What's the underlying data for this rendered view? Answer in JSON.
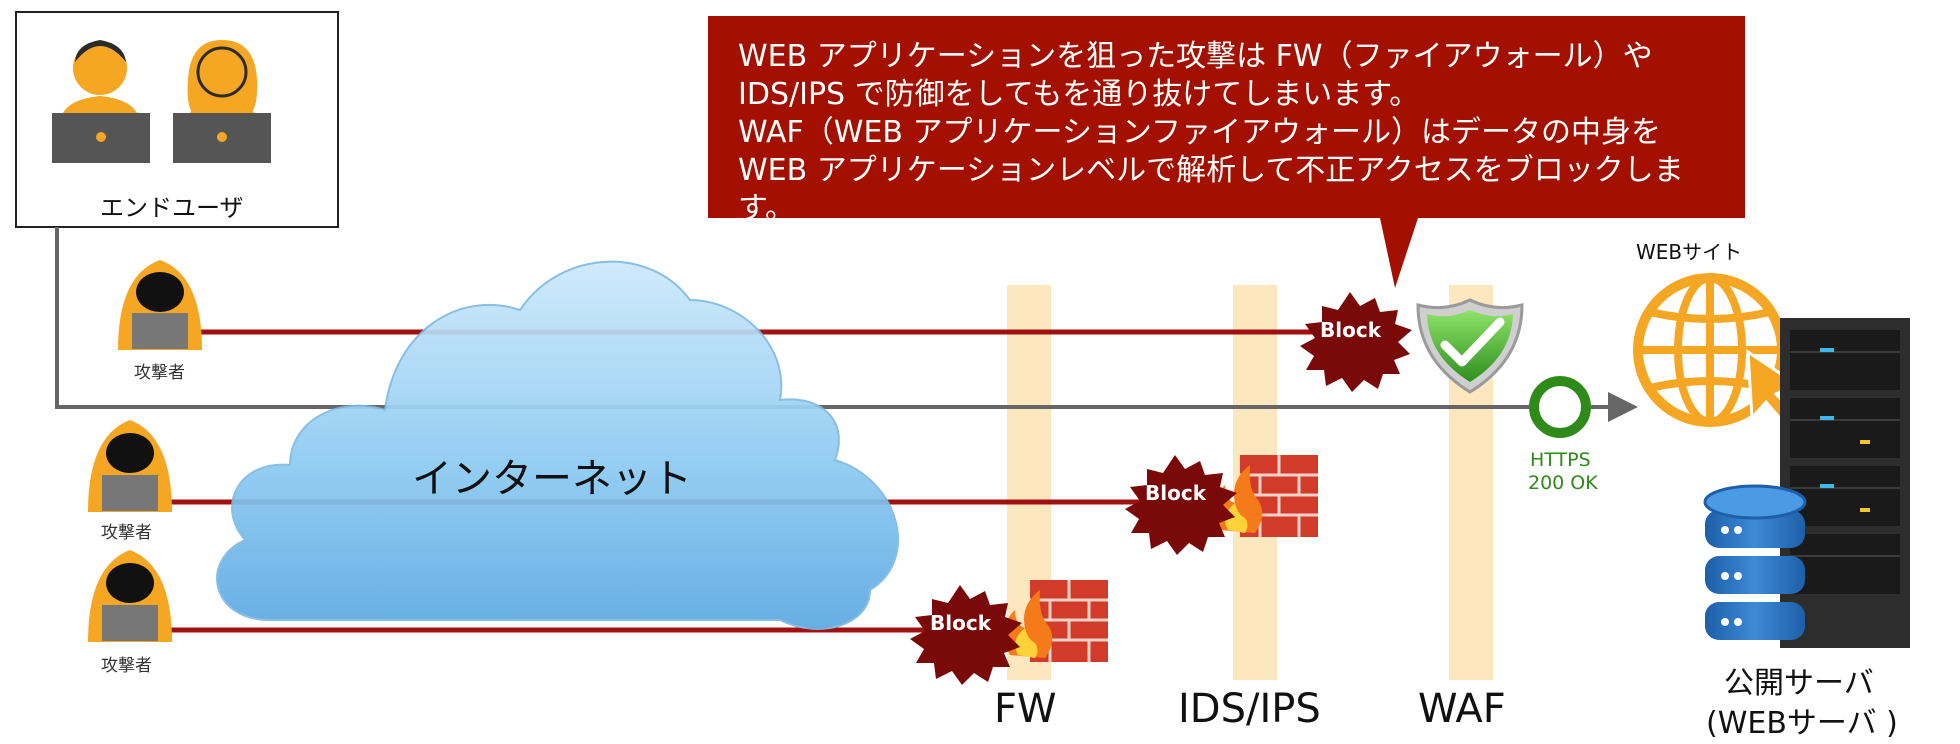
{
  "callout": {
    "text": "WEB アプリケーションを狙った攻撃は FW（ファイアウォール）や\nIDS/IPS で防御をしてもを通り抜けてしまいます。\nWAF（WEB アプリケーションファイアウォール）はデータの中身を\nWEB アプリケーションレベルで解析して不正アクセスをブロックします。"
  },
  "end_user_label": "エンドユーザ",
  "attacker_label": "攻撃者",
  "internet_label": "インターネット",
  "layers": {
    "fw": "FW",
    "ids": "IDS/IPS",
    "waf": "WAF"
  },
  "block_label": "Block",
  "https": {
    "line1": "HTTPS",
    "line2": "200 OK"
  },
  "website_label": "WEBサイト",
  "server": {
    "line1": "公開サーバ",
    "line2": "(WEBサーバ )"
  },
  "colors": {
    "callout_bg": "#a31000",
    "attack_line": "#a01010",
    "user_line": "#666666",
    "layer_band": "#fde7bf",
    "burst": "#7a0a0a",
    "user_orange": "#f5a623",
    "ok_ring": "#2e8b1a",
    "https_text": "#2e8b1a"
  }
}
